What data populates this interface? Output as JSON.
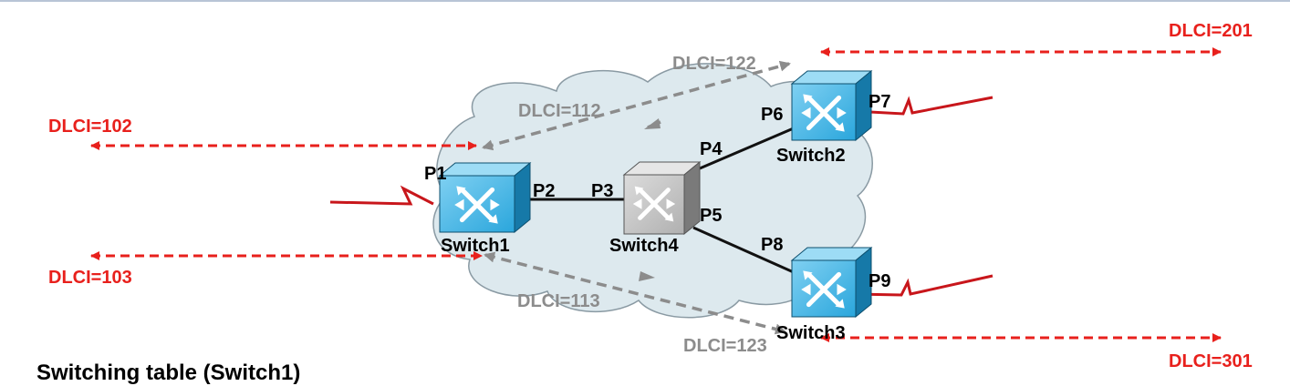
{
  "dlci_labels": {
    "dlci_102": "DLCI=102",
    "dlci_103": "DLCI=103",
    "dlci_112": "DLCI=112",
    "dlci_113": "DLCI=113",
    "dlci_122": "DLCI=122",
    "dlci_123": "DLCI=123",
    "dlci_201": "DLCI=201",
    "dlci_301": "DLCI=301"
  },
  "switches": {
    "switch1": "Switch1",
    "switch2": "Switch2",
    "switch3": "Switch3",
    "switch4": "Switch4"
  },
  "ports": {
    "p1": "P1",
    "p2": "P2",
    "p3": "P3",
    "p4": "P4",
    "p5": "P5",
    "p6": "P6",
    "p7": "P7",
    "p8": "P8",
    "p9": "P9"
  },
  "bottom_title": "Switching table (Switch1)",
  "colors": {
    "dlci_red": "#e8201c",
    "dlci_gray": "#8c8c8c",
    "switch_blue": "#1e9fd8",
    "switch_gray": "#9a9a9a",
    "cloud_fill": "#dde9ee"
  }
}
